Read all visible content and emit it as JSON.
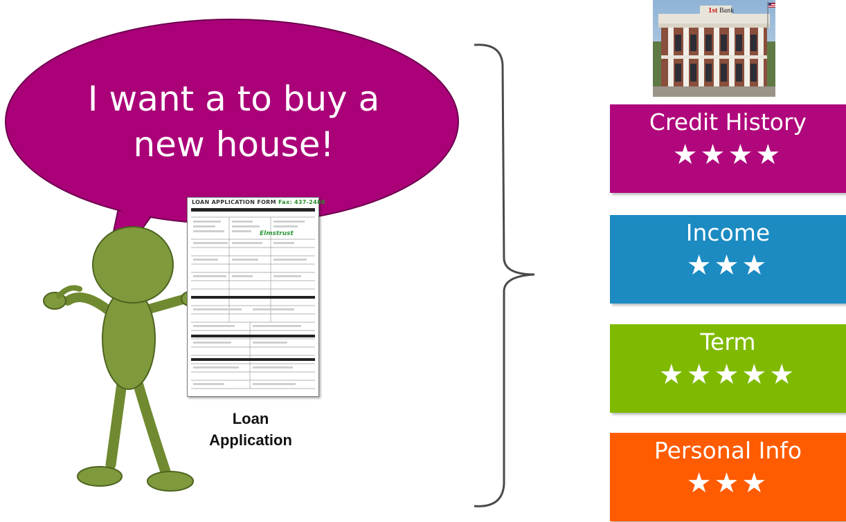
{
  "speech_bubble": {
    "line1": "I want a to buy a",
    "line2": "new house!"
  },
  "loan_form": {
    "title": "LOAN APPLICATION FORM",
    "fax": "Fax: 437-2488",
    "logo": "Elmstrust"
  },
  "loan_application_label": {
    "line1": "Loan",
    "line2": "Application"
  },
  "bank_photo": {
    "sign": "Bank"
  },
  "criteria": [
    {
      "label": "Credit History",
      "stars": "★★★★",
      "rating": 4,
      "color": "#b0087c"
    },
    {
      "label": "Income",
      "stars": "★★★",
      "rating": 3,
      "color": "#1b8bc2"
    },
    {
      "label": "Term",
      "stars": "★★★★★",
      "rating": 5,
      "color": "#7fba00"
    },
    {
      "label": "Personal Info",
      "stars": "★★★",
      "rating": 3,
      "color": "#ff5b00"
    }
  ],
  "colors": {
    "bubble": "#aa0078",
    "figure": "#7f9a3c",
    "brace": "#4a4a4a"
  }
}
